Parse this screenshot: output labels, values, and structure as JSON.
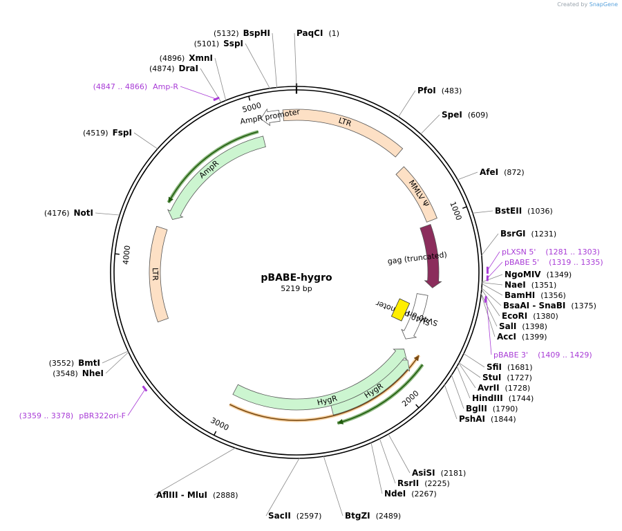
{
  "credit": {
    "prefix": "Created by",
    "brand": "SnapGene"
  },
  "plasmid": {
    "name": "pBABE-hygro",
    "size_label": "5219 bp",
    "length": 5219
  },
  "ticks": [
    {
      "pos": 1000,
      "label": "1000"
    },
    {
      "pos": 2000,
      "label": "2000"
    },
    {
      "pos": 3000,
      "label": "3000"
    },
    {
      "pos": 4000,
      "label": "4000"
    },
    {
      "pos": 5000,
      "label": "5000"
    }
  ],
  "sites": [
    {
      "name": "PaqCI",
      "pos": 1,
      "pos_label": "(1)"
    },
    {
      "name": "PfoI",
      "pos": 483,
      "pos_label": "(483)"
    },
    {
      "name": "SpeI",
      "pos": 609,
      "pos_label": "(609)"
    },
    {
      "name": "AfeI",
      "pos": 872,
      "pos_label": "(872)"
    },
    {
      "name": "BstEII",
      "pos": 1036,
      "pos_label": "(1036)"
    },
    {
      "name": "BsrGI",
      "pos": 1231,
      "pos_label": "(1231)"
    },
    {
      "name": "NgoMIV",
      "pos": 1349,
      "pos_label": "(1349)"
    },
    {
      "name": "NaeI",
      "pos": 1351,
      "pos_label": "(1351)"
    },
    {
      "name": "BamHI",
      "pos": 1356,
      "pos_label": "(1356)"
    },
    {
      "name": "BsaAI - SnaBI",
      "pos": 1375,
      "pos_label": "(1375)"
    },
    {
      "name": "EcoRI",
      "pos": 1380,
      "pos_label": "(1380)"
    },
    {
      "name": "SalI",
      "pos": 1398,
      "pos_label": "(1398)"
    },
    {
      "name": "AccI",
      "pos": 1399,
      "pos_label": "(1399)"
    },
    {
      "name": "SfiI",
      "pos": 1681,
      "pos_label": "(1681)"
    },
    {
      "name": "StuI",
      "pos": 1727,
      "pos_label": "(1727)"
    },
    {
      "name": "AvrII",
      "pos": 1728,
      "pos_label": "(1728)"
    },
    {
      "name": "HindIII",
      "pos": 1744,
      "pos_label": "(1744)"
    },
    {
      "name": "BglII",
      "pos": 1790,
      "pos_label": "(1790)"
    },
    {
      "name": "PshAI",
      "pos": 1844,
      "pos_label": "(1844)"
    },
    {
      "name": "AsiSI",
      "pos": 2181,
      "pos_label": "(2181)"
    },
    {
      "name": "RsrII",
      "pos": 2225,
      "pos_label": "(2225)"
    },
    {
      "name": "NdeI",
      "pos": 2267,
      "pos_label": "(2267)"
    },
    {
      "name": "BtgZI",
      "pos": 2489,
      "pos_label": "(2489)"
    },
    {
      "name": "SacII",
      "pos": 2597,
      "pos_label": "(2597)"
    },
    {
      "name": "AflIII - MluI",
      "pos": 2888,
      "pos_label": "(2888)"
    },
    {
      "name": "NheI",
      "pos": 3548,
      "pos_label": "(3548)"
    },
    {
      "name": "BmtI",
      "pos": 3552,
      "pos_label": "(3552)"
    },
    {
      "name": "NotI",
      "pos": 4176,
      "pos_label": "(4176)"
    },
    {
      "name": "FspI",
      "pos": 4519,
      "pos_label": "(4519)"
    },
    {
      "name": "DraI",
      "pos": 4874,
      "pos_label": "(4874)"
    },
    {
      "name": "XmnI",
      "pos": 4896,
      "pos_label": "(4896)"
    },
    {
      "name": "SspI",
      "pos": 5101,
      "pos_label": "(5101)"
    },
    {
      "name": "BspHI",
      "pos": 5132,
      "pos_label": "(5132)"
    }
  ],
  "primers": [
    {
      "name": "pLXSN 5'",
      "range": "(1281 .. 1303)",
      "start": 1281,
      "end": 1303
    },
    {
      "name": "pBABE 5'",
      "range": "(1319 .. 1335)",
      "start": 1319,
      "end": 1335
    },
    {
      "name": "pBABE 3'",
      "range": "(1409 .. 1429)",
      "start": 1409,
      "end": 1429
    },
    {
      "name": "pBR322ori-F",
      "range": "(3359 .. 3378)",
      "start": 3359,
      "end": 3378
    },
    {
      "name": "Amp-R",
      "range": "(4847 .. 4866)",
      "start": 4847,
      "end": 4866
    }
  ],
  "features": [
    {
      "name": "LTR",
      "start": 5150,
      "end": 590,
      "color": "#fde0c5",
      "arrow": "none"
    },
    {
      "name": "MMLV Ψ",
      "start": 660,
      "end": 1000,
      "color": "#fde0c5",
      "arrow": "none"
    },
    {
      "name": "gag (truncated)",
      "start": 1020,
      "end": 1400,
      "color": "#8b2d5c",
      "arrow": "fwd"
    },
    {
      "name": "SV40 promoter",
      "start": 1450,
      "end": 1760,
      "color": "#ffffff",
      "arrow": "fwd"
    },
    {
      "name": "SV40 ori",
      "start": 1545,
      "end": 1640,
      "color": "#ffee00",
      "arrow": "none"
    },
    {
      "name": "HygR",
      "start": 1860,
      "end": 2400,
      "color": "#ccf5d0",
      "arrow": "rev"
    },
    {
      "name": "HygR",
      "start": 1820,
      "end": 3010,
      "color": "#ccf5d0",
      "arrow": "rev"
    },
    {
      "name": "LTR",
      "start": 3630,
      "end": 4180,
      "color": "#fde0c5",
      "arrow": "none"
    },
    {
      "name": "AmpR",
      "start": 4250,
      "end": 5020,
      "color": "#ccf5d0",
      "arrow": "rev"
    },
    {
      "name": "AmpR promoter",
      "start": 5030,
      "end": 5130,
      "color": "#ffffff",
      "arrow": "rev"
    }
  ],
  "colors": {
    "primer": "#a83bd6",
    "orf_green": "#2e7d15",
    "orf_orange": "#f2b05c",
    "orf_dark": "#7a4a12"
  }
}
